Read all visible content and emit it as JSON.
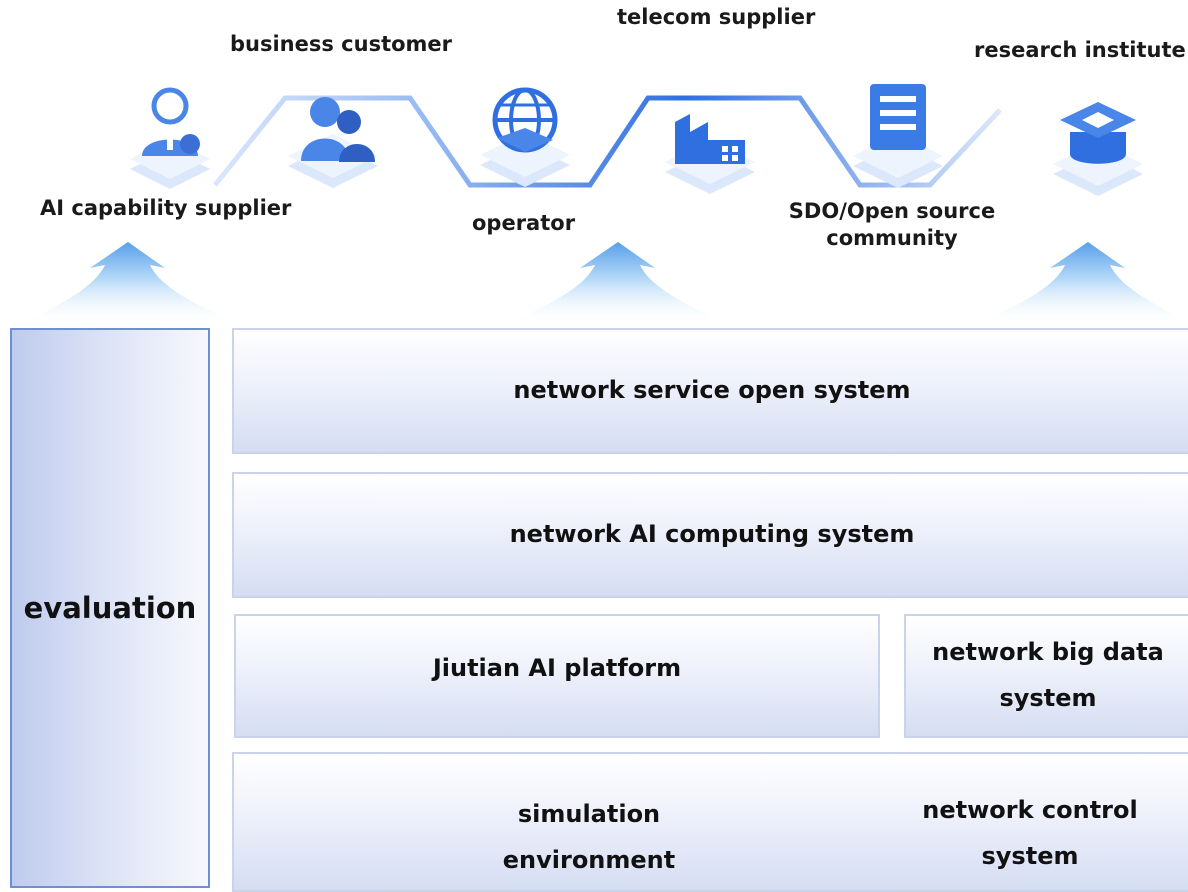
{
  "stakeholders": {
    "ai_capability_supplier": "AI capability supplier",
    "business_customer": "business customer",
    "operator": "operator",
    "telecom_supplier": "telecom supplier",
    "sdo_line1": "SDO/Open source",
    "sdo_line2": "community",
    "research_institute": "research institute"
  },
  "icons": [
    "person-icon",
    "user-group-icon",
    "globe-icon",
    "factory-icon",
    "server-icon",
    "graduation-cap-icon"
  ],
  "layers": {
    "evaluation": "evaluation",
    "network_service_open_system": "network service open system",
    "network_ai_computing_system": "network AI computing system",
    "jiutian_ai_platform": "Jiutian AI platform",
    "network_big_data_line1": "network big data",
    "network_big_data_line2": "system",
    "simulation_line1": "simulation",
    "simulation_line2": "environment",
    "network_control_line1": "network control",
    "network_control_line2": "system"
  },
  "colors": {
    "accent_blue": "#2f6fe0",
    "icon_light": "#8fb4f2",
    "box_border": "#c9d3ea",
    "eval_border": "#6f8fd0"
  }
}
